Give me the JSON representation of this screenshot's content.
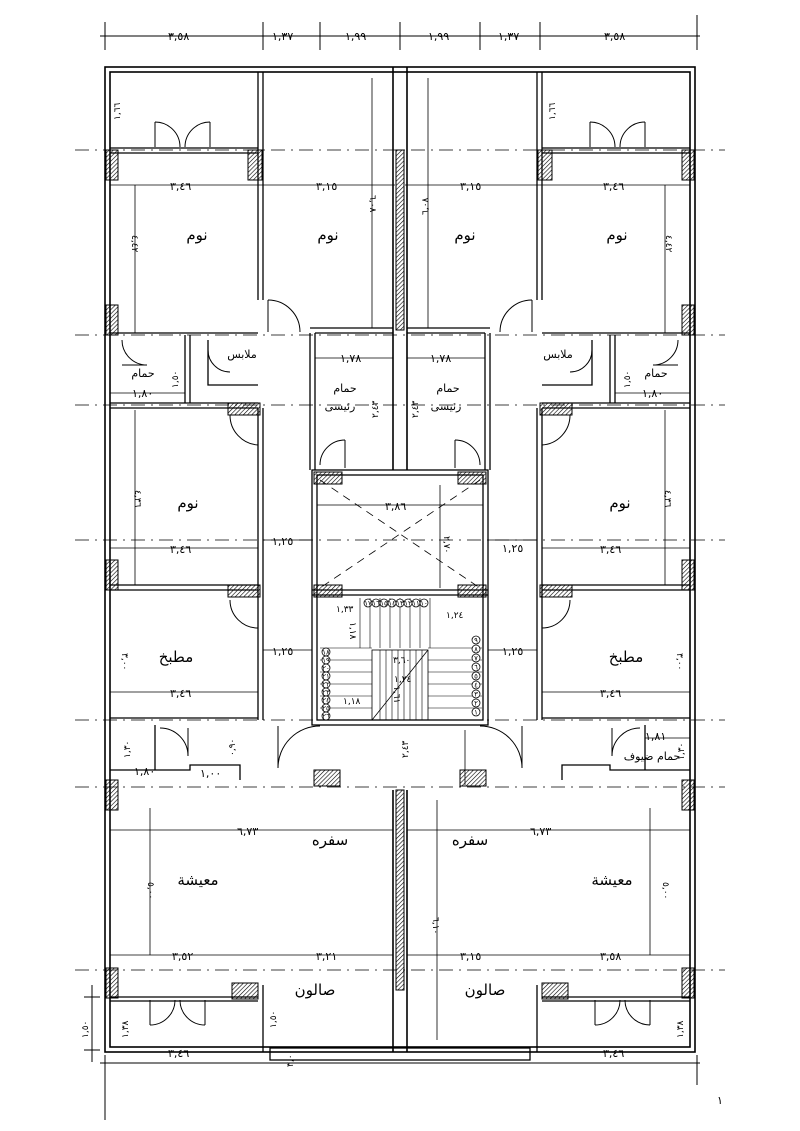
{
  "plan": {
    "rooms": {
      "bedroom": "نوم",
      "bathroom": "حمام",
      "dressing": "ملابس",
      "master_bath_line1": "حمام",
      "master_bath_line2": "رئيسى",
      "kitchen": "مطبخ",
      "guest_bath": "حمام ضيوف",
      "dining": "سفره",
      "living": "معيشة",
      "salon": "صالون"
    },
    "dims": {
      "top_3_58": "٣,٥٨",
      "top_1_37": "١,٣٧",
      "top_1_99": "١,٩٩",
      "d_3_46": "٣,٤٦",
      "d_3_15": "٣,١٥",
      "d_6_08": "٦,٠٨",
      "d_4_42": "٤,٤٢",
      "d_1_66": "١,٦٦",
      "d_1_78": "١,٧٨",
      "d_1_80": "١,٨٠",
      "d_1_50": "١,٥٠",
      "d_3_86": "٣,٨٦",
      "d_2_70": "٢,٧٠",
      "d_4_36": "٤,٣٦",
      "d_1_25": "١,٢٥",
      "d_3_00": "٣,٠٠",
      "d_1_30": "١,٣٠",
      "d_0_90": "٠,٩٠",
      "d_1_00": "١,٠٠",
      "d_1_81": "١,٨١",
      "d_1_33": "١,٣٣",
      "d_1_18": "١,١٨",
      "d_1_24": "١,٢٤",
      "d_1_61": "١,٦١",
      "d_3_60": "٣,٦٠",
      "d_2_43": "٢,٤٣",
      "d_6_73": "٦,٧٣",
      "d_5_00": "٥,٠٠",
      "d_6_10": "٦,١٠",
      "d_3_52": "٣,٥٢",
      "d_3_21": "٣,٢١",
      "d_1_38": "١,٣٨",
      "d_3_00b": "٣,٠٠",
      "page_num": "١"
    },
    "stair_steps": [
      "١",
      "٢",
      "٣",
      "٤",
      "٥",
      "٦",
      "٧",
      "٨",
      "٩",
      "١٠",
      "١١",
      "١٢",
      "١٣",
      "١٤",
      "١٥",
      "١٦",
      "١٧",
      "١٨",
      "١٩",
      "٢٠",
      "٢١",
      "٢٢",
      "٢٣",
      "٢٤",
      "٢٥",
      "٢٦"
    ]
  }
}
